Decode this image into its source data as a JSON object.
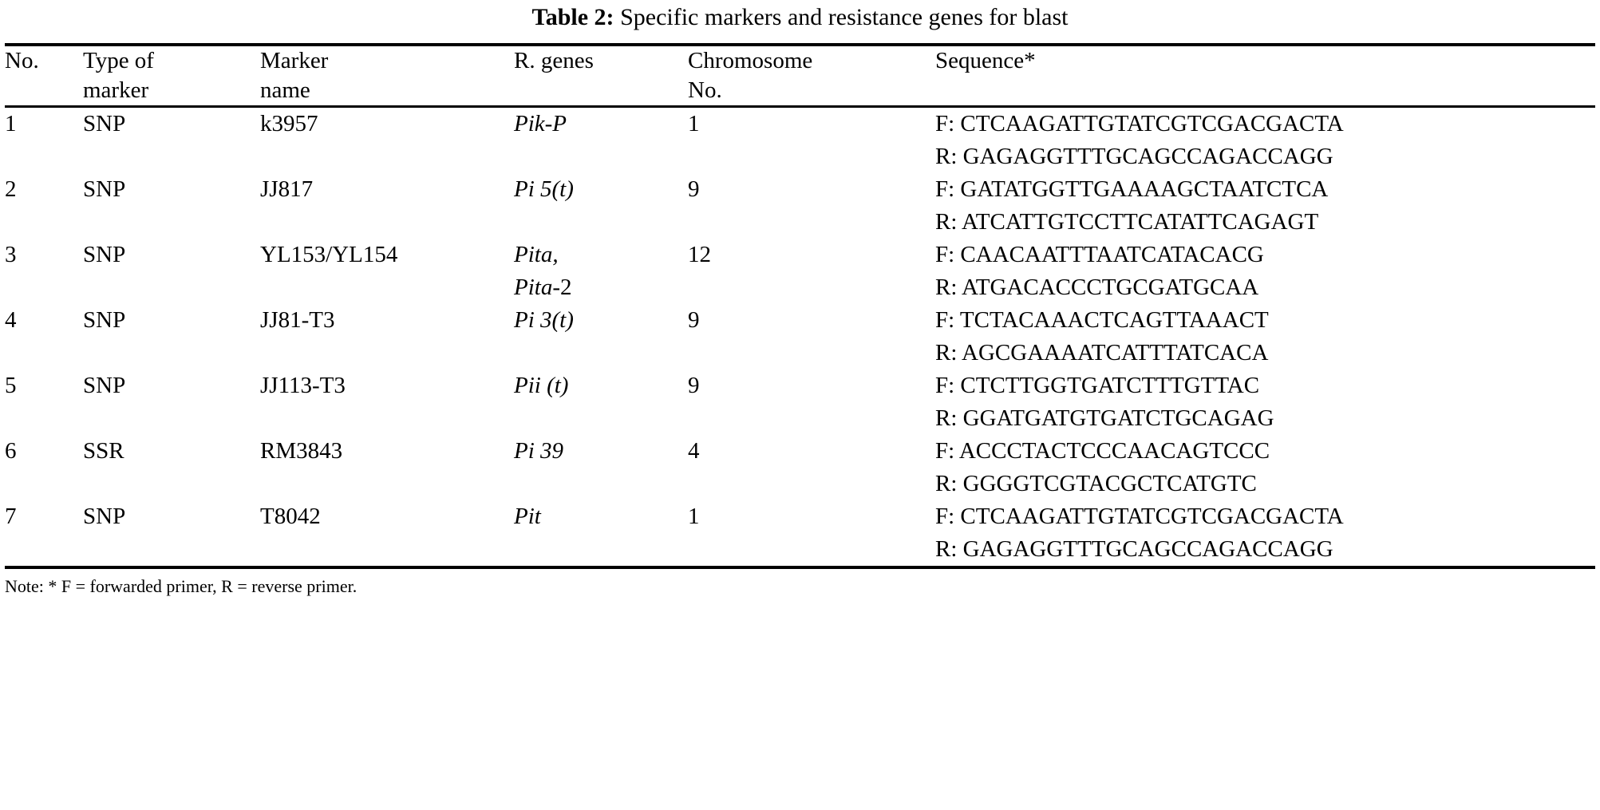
{
  "caption": {
    "label": "Table 2:",
    "text": "Specific markers and resistance genes for blast"
  },
  "table": {
    "headers": {
      "no": "No.",
      "type_line1": "Type of",
      "type_line2": "marker",
      "name_line1": "Marker",
      "name_line2": "name",
      "genes": "R. genes",
      "chr_line1": "Chromosome",
      "chr_line2": "No.",
      "sequence": "Sequence*"
    },
    "rows": [
      {
        "no": "1",
        "type": "SNP",
        "type_bold": true,
        "name": "k3957",
        "name_bold": true,
        "gene_line1": "Pik-P",
        "gene_line2": "",
        "gene_line2_plain": "",
        "chromosome": "1",
        "seq_f": "F: CTCAAGATTGTATCGTCGACGACTA",
        "seq_r": "R: GAGAGGTTTGCAGCCAGACCAGG"
      },
      {
        "no": "2",
        "type": "SNP",
        "type_bold": true,
        "name": "JJ817",
        "name_bold": true,
        "gene_line1": "Pi 5(t)",
        "gene_line2": "",
        "gene_line2_plain": "",
        "chromosome": "9",
        "seq_f": "F: GATATGGTTGAAAAGCTAATCTCA",
        "seq_r": "R: ATCATTGTCCTTCATATTCAGAGT"
      },
      {
        "no": "3",
        "type": "SNP",
        "type_bold": true,
        "name": "YL153/YL154",
        "name_bold": false,
        "gene_line1": "Pita,",
        "gene_line2": "Pita",
        "gene_line2_plain": "-2",
        "chromosome": "12",
        "seq_f": "F: CAACAATTTAATCATACACG",
        "seq_r": "R: ATGACACCCTGCGATGCAA"
      },
      {
        "no": "4",
        "type": "SNP",
        "type_bold": true,
        "name": "JJ81-T3",
        "name_bold": true,
        "gene_line1": "Pi 3(t)",
        "gene_line2": "",
        "gene_line2_plain": "",
        "chromosome": "9",
        "seq_f": "F: TCTACAAACTCAGTTAAACT",
        "seq_r": "R: AGCGAAAATCATTTATCACA"
      },
      {
        "no": "5",
        "type": "SNP",
        "type_bold": true,
        "name": "JJ113-T3",
        "name_bold": true,
        "gene_line1": "Pii (t)",
        "gene_line2": "",
        "gene_line2_plain": "",
        "chromosome": "9",
        "seq_f": "F: CTCTTGGTGATCTTTGTTAC",
        "seq_r": "R: GGATGATGTGATCTGCAGAG"
      },
      {
        "no": "6",
        "type": "SSR",
        "type_bold": false,
        "name": "RM3843",
        "name_bold": true,
        "gene_line1": "Pi 39",
        "gene_line2": "",
        "gene_line2_plain": "",
        "chromosome": "4",
        "seq_f": "F: ACCCTACTCCCAACAGTCCC",
        "seq_r": "R: GGGGTCGTACGCTCATGTC"
      },
      {
        "no": "7",
        "type": "SNP",
        "type_bold": false,
        "name": "T8042",
        "name_bold": true,
        "gene_line1": "Pit",
        "gene_line2": "",
        "gene_line2_plain": "",
        "chromosome": "1",
        "seq_f": "F: CTCAAGATTGTATCGTCGACGACTA",
        "seq_r": "R: GAGAGGTTTGCAGCCAGACCAGG"
      }
    ]
  },
  "note": "Note: * F = forwarded primer, R = reverse primer."
}
